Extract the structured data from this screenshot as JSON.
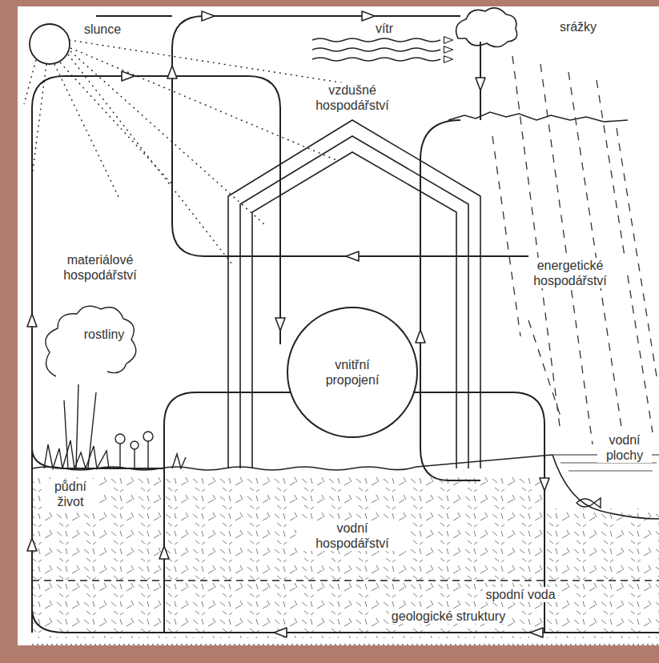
{
  "diagram": {
    "nodes": [
      {
        "text": [
          "vnitřní propojení"
        ]
      }
    ],
    "labels": [
      "slunce",
      "vítr",
      "srážky",
      "vzdušné hospodářství",
      "materiálové hospodářství",
      "energetické hospodářství",
      "rostliny",
      "půdní život",
      "vodní hospodářství",
      "vodní plochy",
      "spodní voda",
      "geologické struktury"
    ]
  }
}
